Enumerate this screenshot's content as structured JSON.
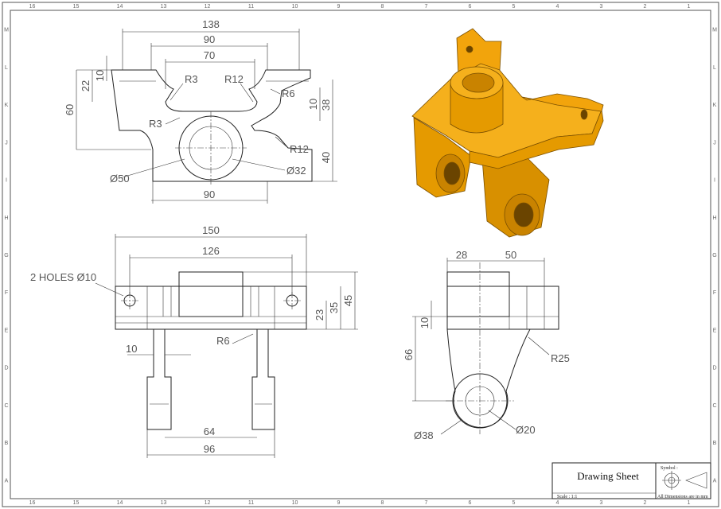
{
  "title_block": {
    "title": "Drawing Sheet",
    "symbol_label": "Symbol :",
    "scale": "Scale : 1:1",
    "units_note": "All Dimensions are in mm"
  },
  "zones": {
    "columns": [
      "16",
      "15",
      "14",
      "13",
      "12",
      "11",
      "10",
      "9",
      "8",
      "7",
      "6",
      "5",
      "4",
      "3",
      "2",
      "1"
    ],
    "rows": [
      "M",
      "L",
      "K",
      "J",
      "I",
      "H",
      "G",
      "F",
      "E",
      "D",
      "C",
      "B",
      "A"
    ]
  },
  "top_view": {
    "dims": {
      "overall_width": "138",
      "inner_width": "90",
      "slot_width": "70",
      "fillet_r3_a": "R3",
      "fillet_r12_a": "R12",
      "fillet_r6": "R6",
      "fillet_r3_b": "R3",
      "fillet_r12_b": "R12",
      "height_22": "22",
      "height_10_left": "10",
      "height_60": "60",
      "height_10_right": "10",
      "height_38": "38",
      "height_40": "40",
      "boss_dia": "Ø50",
      "bore_dia": "Ø32",
      "bottom_width": "90"
    }
  },
  "front_view": {
    "dims": {
      "overall_width": "150",
      "hole_spacing": "126",
      "holes_note": "2 HOLES Ø10",
      "height_23": "23",
      "height_35": "35",
      "height_45": "45",
      "leg_thickness": "10",
      "fillet_r6": "R6",
      "leg_inner": "64",
      "leg_outer": "96"
    }
  },
  "side_view": {
    "dims": {
      "width_28": "28",
      "width_50": "50",
      "height_10": "10",
      "height_66": "66",
      "radius_r25": "R25",
      "hole_dia": "Ø20",
      "boss_dia": "Ø38"
    }
  },
  "colors": {
    "iso_top": "#f5b01c",
    "iso_side": "#e59a00",
    "iso_dark": "#b87400",
    "line": "#222222",
    "dimension_text": "#555555"
  }
}
